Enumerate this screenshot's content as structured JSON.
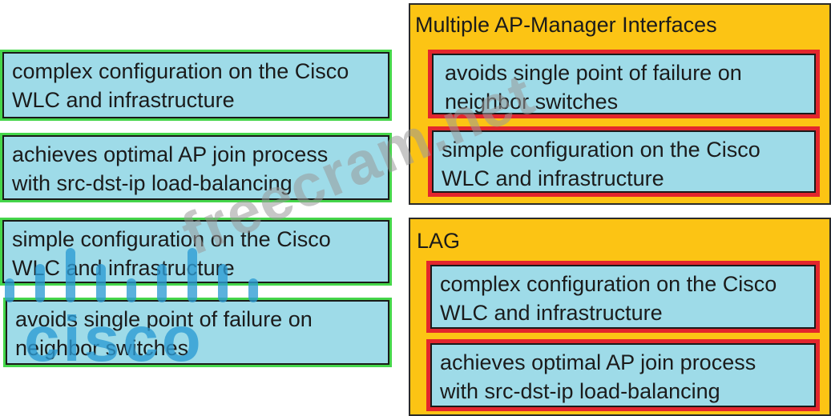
{
  "source_items": [
    {
      "text": "complex configuration on the Cisco\nWLC and infrastructure"
    },
    {
      "text": "achieves optimal AP join process\nwith src-dst-ip load-balancing"
    },
    {
      "text": "simple configuration on the Cisco\nWLC and infrastructure"
    },
    {
      "text": "avoids single point of failure on\nneighbor switches"
    }
  ],
  "targets": [
    {
      "title": "Multiple AP-Manager Interfaces",
      "items": [
        {
          "text": "avoids single point of failure on\nneighbor switches"
        },
        {
          "text": "simple configuration on the Cisco\nWLC and infrastructure"
        }
      ]
    },
    {
      "title": "LAG",
      "items": [
        {
          "text": "complex configuration on the Cisco\nWLC and infrastructure"
        },
        {
          "text": "achieves optimal AP join process\nwith src-dst-ip load-balancing"
        }
      ]
    }
  ],
  "watermarks": {
    "site": "freecram.net",
    "brand": "cisco"
  },
  "colors": {
    "card": "#9edbe8",
    "target_bg": "#fcc414",
    "source_border": "#45d64a",
    "slot_border": "#e3262d",
    "watermark": "#2c9cd4"
  }
}
